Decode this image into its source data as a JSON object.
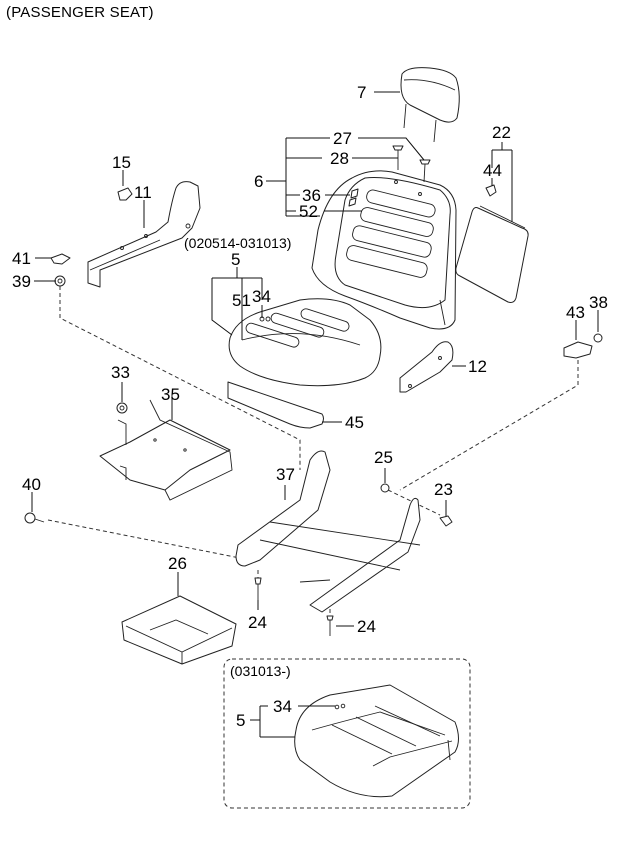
{
  "title": "(PASSENGER SEAT)",
  "notes": {
    "early_seat_cushion_period": "(020514-031013)",
    "late_seat_cushion_period": "(031013-)"
  },
  "callouts": {
    "headrest": "7",
    "seatback_assy": "6",
    "headrest_guide_a": "27",
    "headrest_guide_b": "28",
    "seatback_clip": "36",
    "seatback_cover": "52",
    "back_board_assy": "22",
    "back_board_clip": "44",
    "side_cover_clip": "15",
    "side_cover": "11",
    "cover_cap": "41",
    "nut_left": "39",
    "seat_cushion_assy_early": "5",
    "seat_cushion_cover": "51",
    "cushion_clip_early": "34",
    "recliner_cover": "12",
    "belt_cover": "43",
    "belt_screw": "38",
    "nut_33": "33",
    "cushion_frame": "35",
    "front_trim": "45",
    "nut_25": "25",
    "seat_track": "37",
    "bolt_40": "40",
    "bolt_23": "23",
    "under_tray": "26",
    "bolt_24_a": "24",
    "bolt_24_b": "24",
    "seat_cushion_assy_late": "5",
    "cushion_clip_late": "34"
  }
}
